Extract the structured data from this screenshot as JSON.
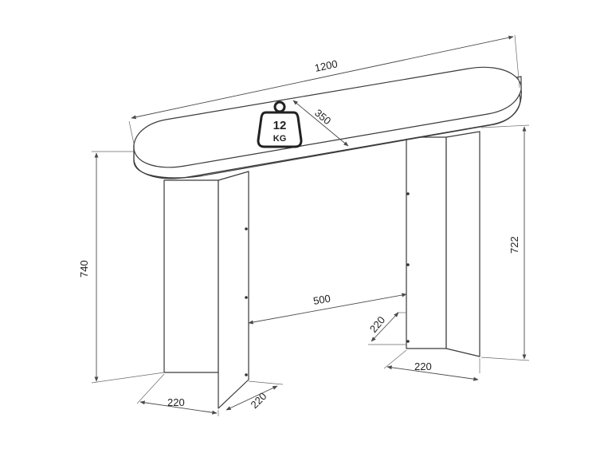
{
  "dimensions": {
    "length": "1200",
    "depth": "350",
    "height_total": "740",
    "height_leg": "722",
    "leg_width_left": "220",
    "leg_depth_left": "220",
    "leg_width_right": "220",
    "leg_depth_right": "220",
    "inner_span": "500"
  },
  "weight_badge": {
    "value": "12",
    "unit": "KG",
    "icon": "weight-icon"
  }
}
